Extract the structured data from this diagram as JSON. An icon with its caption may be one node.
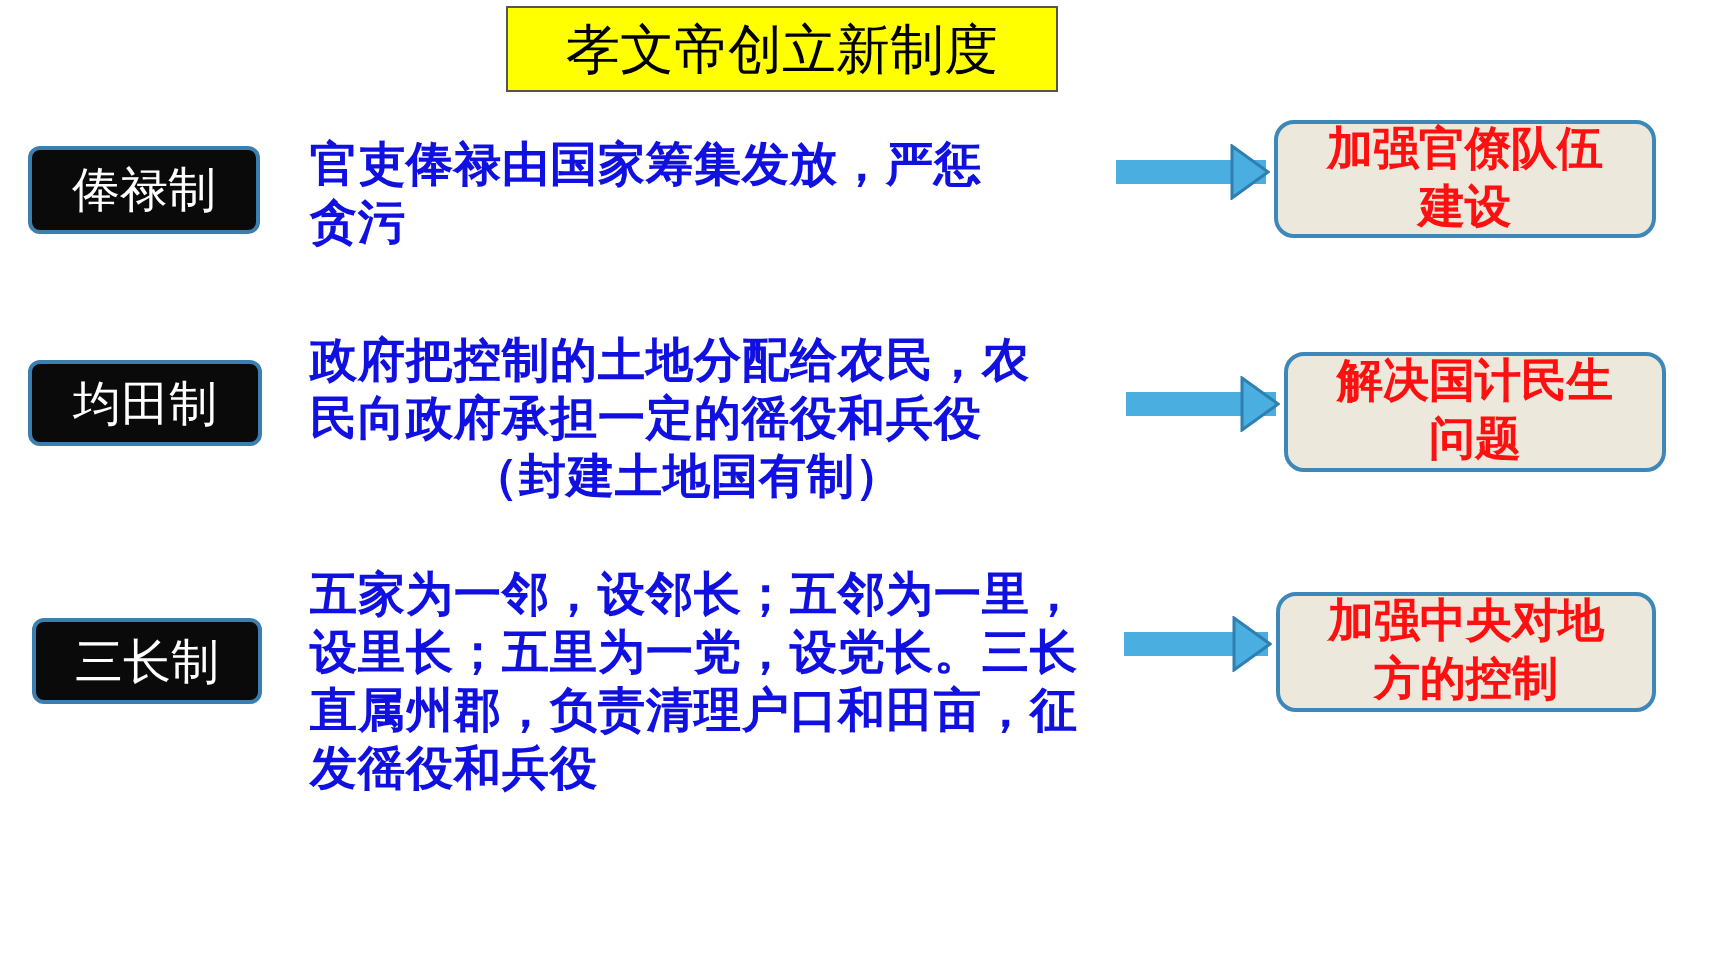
{
  "diagram": {
    "title": "孝文帝创立新制度",
    "nodes": [
      {
        "text": [
          "俸禄制"
        ]
      },
      {
        "text": [
          "官吏俸禄由国家筹集发放，严惩贪污"
        ]
      },
      {
        "text": [
          "加强官僚队伍建设"
        ]
      },
      {
        "text": [
          "均田制"
        ]
      },
      {
        "text": [
          "政府把控制的土地分配给农民，农民向政府承担一定的徭役和兵役",
          "（封建土地国有制）"
        ]
      },
      {
        "text": [
          "解决国计民生问题"
        ]
      },
      {
        "text": [
          "三长制"
        ]
      },
      {
        "text": [
          "五家为一邻，设邻长；五邻为一里，设里长；五里为一党，设党长。三长直属州郡，负责清理户口和田亩，征发徭役和兵役"
        ]
      },
      {
        "text": [
          "加强中央对地方的控制"
        ]
      }
    ],
    "edges": [
      {
        "from": 1,
        "to": 2,
        "arrow": "to"
      },
      {
        "from": 4,
        "to": 5,
        "arrow": "to"
      },
      {
        "from": 7,
        "to": 8,
        "arrow": "to"
      }
    ]
  }
}
